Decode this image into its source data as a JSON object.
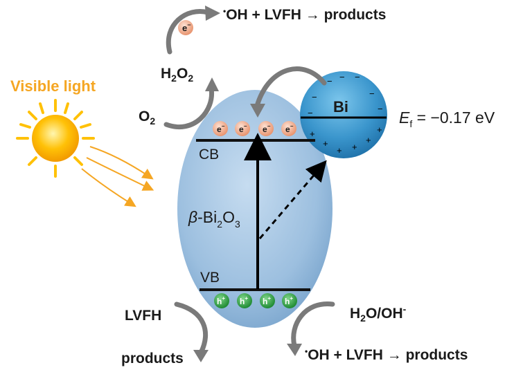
{
  "labels": {
    "top_reaction": {
      "radical": "•",
      "text": "OH + LVFH → products"
    },
    "electron": "e",
    "electron_sup": "−",
    "h2o2": {
      "a": "H",
      "b": "2",
      "c": "O",
      "d": "2"
    },
    "o2": {
      "a": "O",
      "b": "2"
    },
    "visible_light": "Visible light",
    "bi": "Bi",
    "fermi": {
      "e": "E",
      "sub": "f",
      "rest": " = −0.17 eV"
    },
    "cb": "CB",
    "vb": "VB",
    "semiconductor": {
      "beta": "β",
      "a": "-Bi",
      "b": "2",
      "c": "O",
      "d": "3"
    },
    "hole": "h",
    "hole_sup": "+",
    "lvfh": "LVFH",
    "products": "products",
    "h2o_oh": {
      "a": "H",
      "b": "2",
      "c": "O/OH",
      "d": "-"
    },
    "bottom_reaction": {
      "radical": "•",
      "text": "OH + LVFH → products"
    },
    "minus": "−",
    "plus": "+"
  },
  "colors": {
    "light_text": "#f5a623",
    "sun": "#ffc107",
    "ellipse": "#9cbfdf",
    "bi_sphere": "#3a95cc",
    "electron_ball": "#f2ad8e",
    "hole_ball": "#3aaa4a",
    "curved_arrow": "#7a7a7a"
  }
}
